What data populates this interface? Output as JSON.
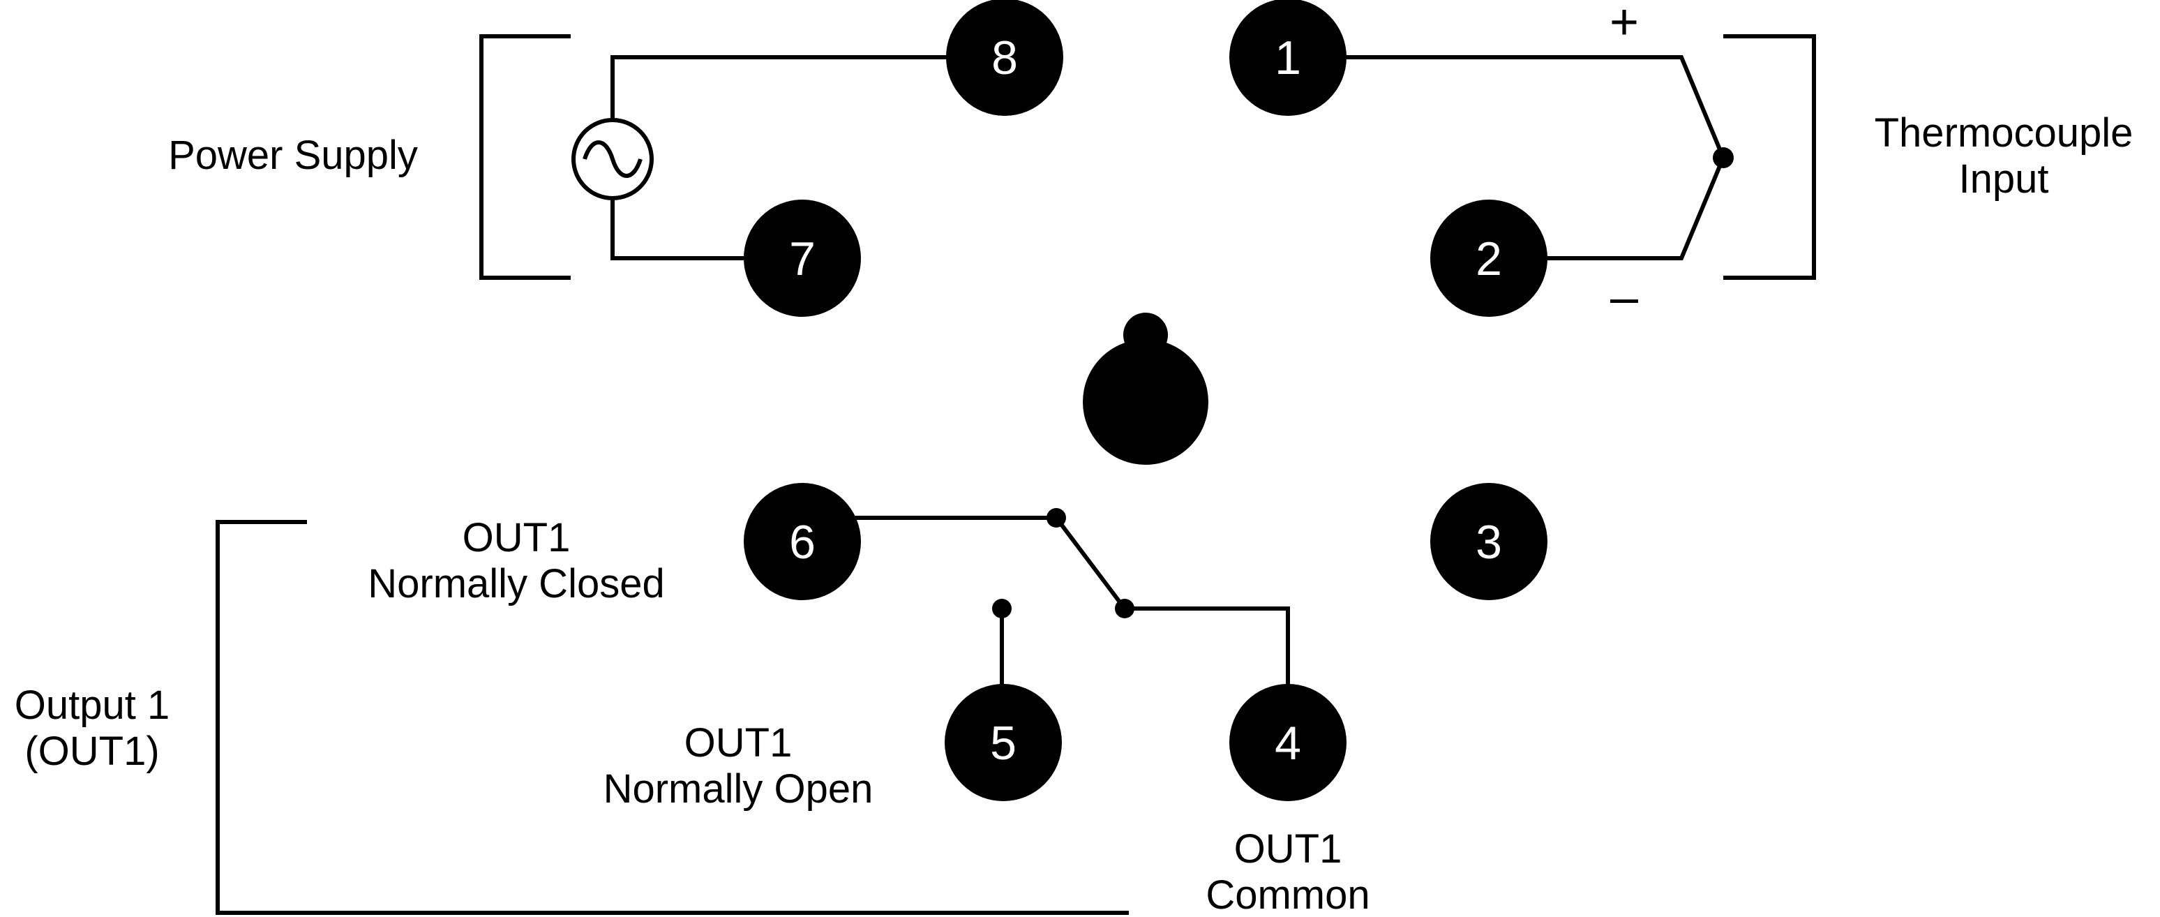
{
  "terminals": {
    "t1": "1",
    "t2": "2",
    "t3": "3",
    "t4": "4",
    "t5": "5",
    "t6": "6",
    "t7": "7",
    "t8": "8"
  },
  "labels": {
    "power_supply": "Power Supply",
    "thermocouple_line1": "Thermocouple",
    "thermocouple_line2": "Input",
    "nc_line1": "OUT1",
    "nc_line2": "Normally Closed",
    "no_line1": "OUT1",
    "no_line2": "Normally Open",
    "com_line1": "OUT1",
    "com_line2": "Common",
    "output_line1": "Output 1",
    "output_line2": "(OUT1)",
    "plus": "+",
    "minus": "–"
  },
  "icons": {
    "power_source": "ac-source-icon",
    "key": "socket-key-icon"
  }
}
